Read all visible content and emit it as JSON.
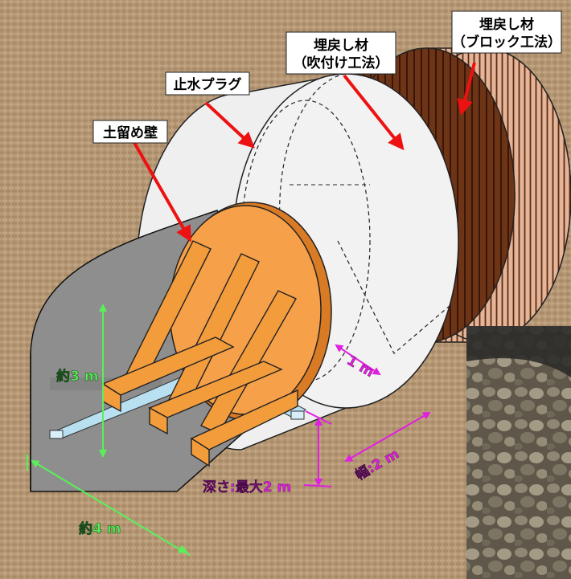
{
  "labels": {
    "backfill_block_line1": "埋戻し材",
    "backfill_block_line2": "（ブロック工法）",
    "backfill_spray_line1": "埋戻し材",
    "backfill_spray_line2": "（吹付け工法）",
    "water_plug": "止水プラグ",
    "retaining_wall": "土留め壁"
  },
  "dimensions": {
    "height": "約3 m",
    "width": "約4 m",
    "depth": "深さ:最大2 m",
    "breadth": "幅:2 m",
    "wall_thickness": "1 m"
  },
  "colors": {
    "background": "#b49672",
    "tunnel_gray": "#8e8e8e",
    "plug_white": "#efefef",
    "wall_orange": "#f7a04a",
    "timber_orange": "#f39c3c",
    "backfill_spray": "#6e3416",
    "backfill_block": "#d8a384",
    "arrow_red": "#ee1111",
    "dim_green": "#5af05a",
    "dim_magenta": "#e020e0",
    "rail_blue": "#b8e0f0",
    "gravel_photo": "#7b7462"
  },
  "icons": {
    "pointer": "red-arrow-icon",
    "dimension": "dimension-arrow-icon"
  },
  "photo": {
    "subject": "backfill gravel pellets"
  }
}
